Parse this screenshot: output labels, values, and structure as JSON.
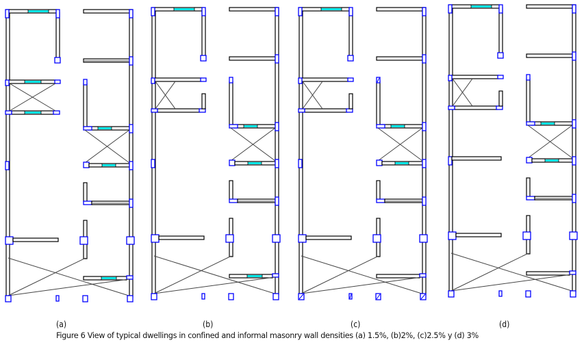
{
  "figure": {
    "number": "Figure 6",
    "caption": "Figure 6 View of typical dwellings in confined and informal masonry wall densities (a) 1.5%, (b)2%, (c)2.5% y (d) 3%",
    "colors": {
      "wall_outline": "#000000",
      "column": "#0000ff",
      "window": "#00e5e5",
      "informal_wall": "#a0a0a0",
      "diagonal": "#444444"
    }
  },
  "panels": [
    {
      "id": "a",
      "label": "(a)",
      "wall_density": "1.5%"
    },
    {
      "id": "b",
      "label": "(b)",
      "wall_density": "2%"
    },
    {
      "id": "c",
      "label": "(c)",
      "wall_density": "2.5%"
    },
    {
      "id": "d",
      "label": "(d)",
      "wall_density": "3%"
    }
  ]
}
